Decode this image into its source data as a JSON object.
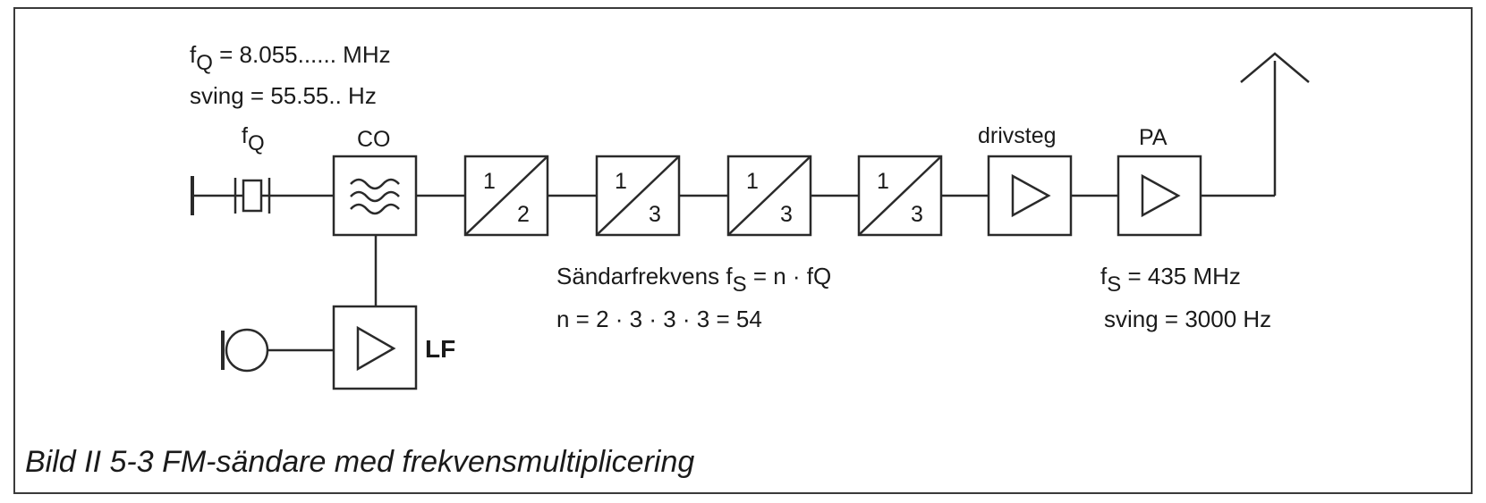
{
  "notes": {
    "oscillator_freq": {
      "symbol": "f",
      "subscript": "Q",
      "text": "= 8.055......  MHz"
    },
    "oscillator_swing": "sving = 55.55.. Hz",
    "crystal_label": {
      "symbol": "f",
      "subscript": "Q"
    },
    "multiplier_formula": {
      "prefix": "Sändarfrekvens f",
      "subscript": "S",
      "suffix": "= n · fQ"
    },
    "multiplier_n": "n = 2 · 3 · 3 · 3 = 54",
    "output_freq": {
      "symbol": "f",
      "subscript": "S",
      "text": "= 435 MHz"
    },
    "output_swing": "sving = 3000 Hz"
  },
  "blocks": {
    "oscillator": {
      "label": "CO"
    },
    "lf_amp": {
      "label": "LF"
    },
    "driver": {
      "label": "drivsteg"
    },
    "pa": {
      "label": "PA"
    },
    "multipliers": [
      {
        "top": "1",
        "bottom": "2"
      },
      {
        "top": "1",
        "bottom": "3"
      },
      {
        "top": "1",
        "bottom": "3"
      },
      {
        "top": "1",
        "bottom": "3"
      }
    ]
  },
  "caption": "Bild II 5-3  FM-sändare med frekvensmultiplicering"
}
